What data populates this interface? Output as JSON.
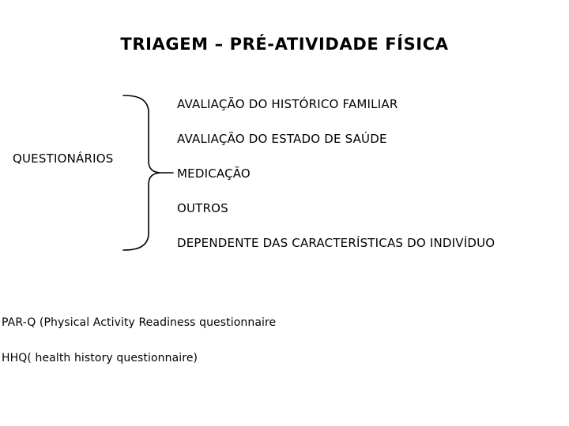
{
  "slide": {
    "title": "TRIAGEM – PRÉ-ATIVIDADE FÍSICA",
    "background_color": "#ffffff",
    "text_color": "#000000"
  },
  "diagram": {
    "group_label": "QUESTIONÁRIOS",
    "brace_icon": "curly-brace-right",
    "items": [
      {
        "label": "AVALIAÇÃO DO HISTÓRICO FAMILIAR"
      },
      {
        "label": "AVALIAÇÃO DO ESTADO DE SAÚDE"
      },
      {
        "label": "MEDICAÇÃO"
      },
      {
        "label": "OUTROS"
      },
      {
        "label": "DEPENDENTE DAS CARACTERÍSTICAS DO INDIVÍDUO"
      }
    ]
  },
  "footnotes": [
    {
      "text": "PAR-Q (Physical Activity Readiness questionnaire"
    },
    {
      "text": "HHQ( health history questionnaire)"
    }
  ]
}
